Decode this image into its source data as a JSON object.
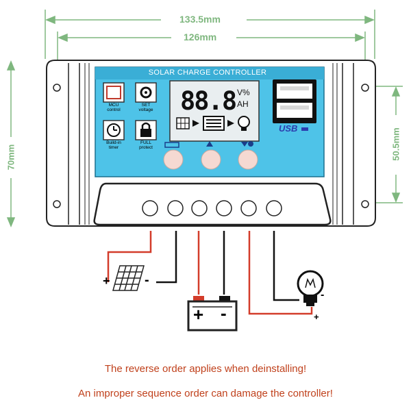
{
  "dimensions": {
    "total_width": "133.5mm",
    "hole_width": "126mm",
    "total_height": "70mm",
    "hole_height": "50.5mm"
  },
  "panel": {
    "title": "SOLAR CHARGE CONTROLLER",
    "lcd_digits": "88.8",
    "lcd_units_top": "V%",
    "lcd_units_bottom": "AH",
    "usb_label": "USB",
    "icons": [
      {
        "name": "mcu",
        "label_line1": "MCU",
        "label_line2": "control"
      },
      {
        "name": "set",
        "label_line1": "SET",
        "label_line2": "voltage"
      },
      {
        "name": "timer",
        "label_line1": "Build-in",
        "label_line2": "timer"
      },
      {
        "name": "protect",
        "label_line1": "FULL",
        "label_line2": "protect"
      }
    ]
  },
  "wiring": {
    "solar_plus": "+",
    "solar_minus": "-",
    "battery_plus": "+",
    "battery_minus": "-",
    "load_minus": "-",
    "load_plus": "+"
  },
  "notices": {
    "line1": "The reverse order applies when deinstalling!",
    "line2": "An improper sequence order can damage the controller!"
  },
  "colors": {
    "dimension": "#7fb77f",
    "panel": "#48bde3",
    "positive_wire": "#d33c2a",
    "negative_wire": "#111111",
    "notice": "#c0411c"
  }
}
